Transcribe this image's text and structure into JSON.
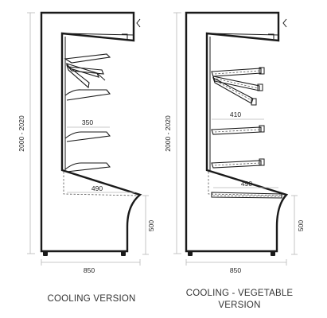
{
  "left": {
    "caption": "COOLING VERSION",
    "height_dim": "2000 - 2020",
    "width_dim": "850",
    "base_dim": "500",
    "shelf_dim": "350",
    "floor_dim": "490"
  },
  "right": {
    "caption_line1": "COOLING - VEGETABLE",
    "caption_line2": "VERSION",
    "height_dim": "2000 - 2020",
    "width_dim": "850",
    "base_dim": "500",
    "shelf_dim": "410",
    "floor_dim": "490"
  }
}
